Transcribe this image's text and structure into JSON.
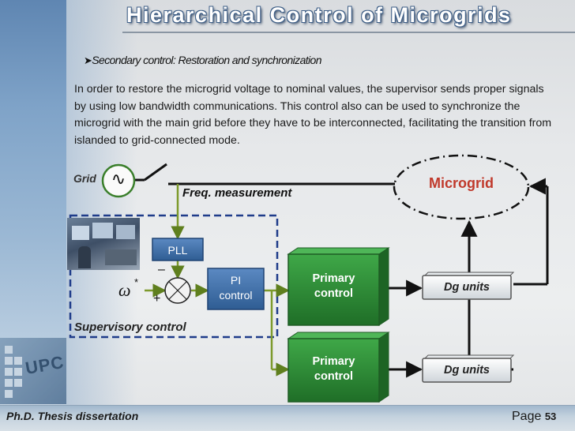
{
  "slide": {
    "title": "Hierarchical Control of Microgrids",
    "bullet": "Secondary control: Restoration and synchronization",
    "body": "In order to restore the microgrid voltage to nominal values, the supervisor sends proper signals by using low bandwidth communications. This control also can be used to synchronize the microgrid with the main grid before they have to be interconnected, facilitating the transition from islanded to grid-connected mode."
  },
  "diagram": {
    "grid_label": "Grid",
    "ac_symbol": "∿",
    "freq_label": "Freq. measurement",
    "microgrid_label": "Microgrid",
    "pll_label": "PLL",
    "pi_line1": "PI",
    "pi_line2": "control",
    "omega_symbol": "ω",
    "omega_star": "*",
    "minus_sign": "–",
    "plus_sign": "+",
    "primary_top_line1": "Primary",
    "primary_top_line2": "control",
    "primary_bottom_line1": "Primary",
    "primary_bottom_line2": "control",
    "dg_top": "Dg units",
    "dg_bottom": "Dg units",
    "supervisory_label": "Supervisory control",
    "colors": {
      "green_box": "#2e8a35",
      "blue_box": "#3f6fa8",
      "dashed_blue": "#1f3c8a",
      "signal_line": "#7d9a2c",
      "microgrid_text": "#c0392b"
    }
  },
  "footer": {
    "left": "Ph.D.  Thesis dissertation",
    "page_label": "Page",
    "page_number": "53"
  }
}
